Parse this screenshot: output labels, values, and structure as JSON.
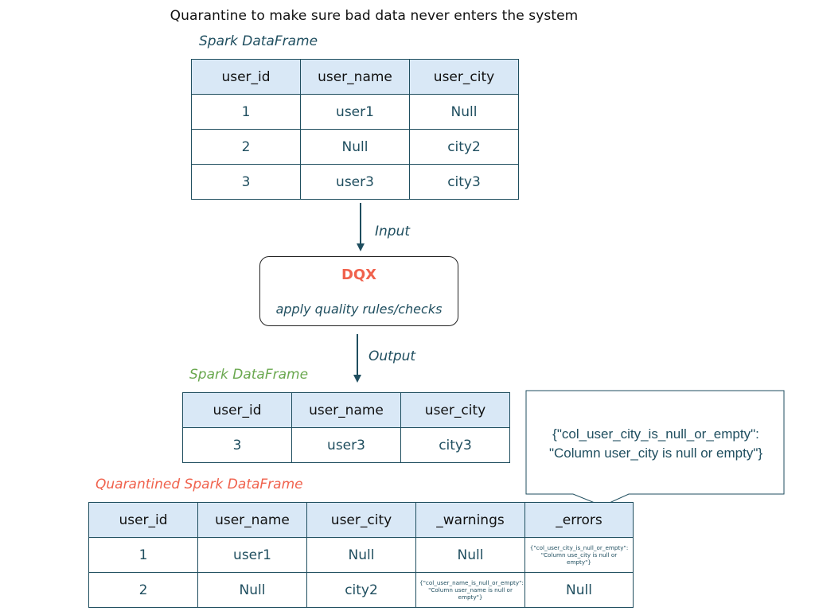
{
  "title": "Quarantine to make sure bad data never enters the system",
  "colors": {
    "teal": "#1f4e5f",
    "green": "#6aa84f",
    "orange": "#f0624d",
    "header_fill": "#d9e8f6"
  },
  "input_table": {
    "caption": "Spark DataFrame",
    "headers": [
      "user_id",
      "user_name",
      "user_city"
    ],
    "rows": [
      [
        "1",
        "user1",
        "Null"
      ],
      [
        "2",
        "Null",
        "city2"
      ],
      [
        "3",
        "user3",
        "city3"
      ]
    ]
  },
  "flow": {
    "input_label": "Input",
    "output_label": "Output"
  },
  "dqx": {
    "name": "DQX",
    "description": "apply quality rules/checks"
  },
  "output_table": {
    "caption": "Spark DataFrame",
    "headers": [
      "user_id",
      "user_name",
      "user_city"
    ],
    "rows": [
      [
        "3",
        "user3",
        "city3"
      ]
    ]
  },
  "callout": {
    "line1": "{\"col_user_city_is_null_or_empty\":",
    "line2": "\"Column user_city is null or empty\"}"
  },
  "quarantine_table": {
    "caption": "Quarantined Spark DataFrame",
    "headers": [
      "user_id",
      "user_name",
      "user_city",
      "_warnings",
      "_errors"
    ],
    "rows": [
      [
        "1",
        "user1",
        "Null",
        "Null",
        "{\"col_user_city_is_null_or_empty\": \"Column use_city is null or empty\"}"
      ],
      [
        "2",
        "Null",
        "city2",
        "{\"col_user_name_is_null_or_empty\": \"Column user_name is null or empty\"}",
        "Null"
      ]
    ]
  }
}
